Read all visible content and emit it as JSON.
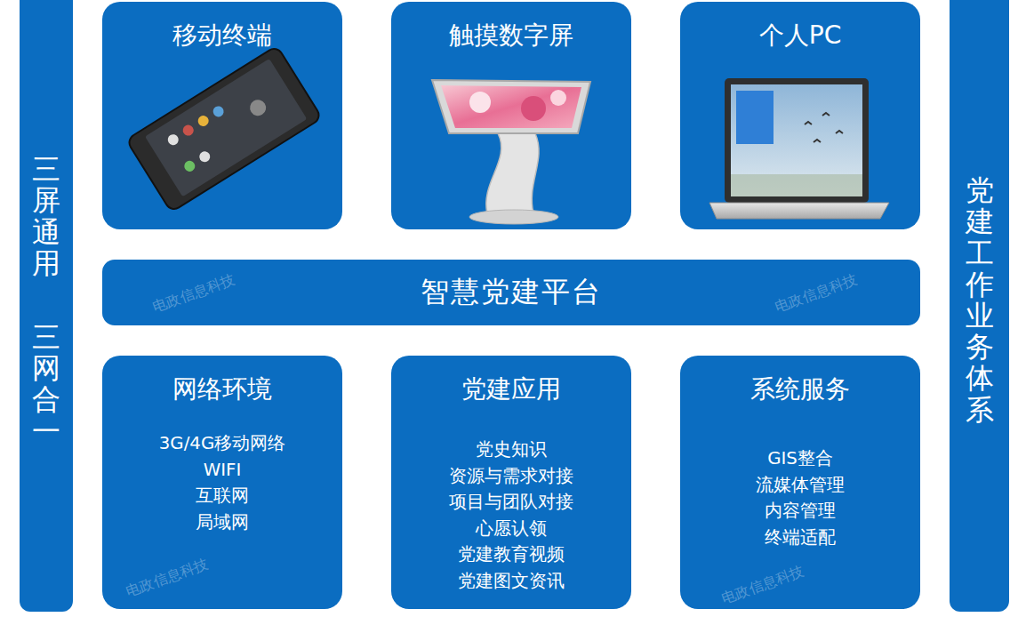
{
  "diagram": {
    "nodes": [
      {
        "text": [
          "三屏通用",
          "三网合一"
        ]
      },
      {
        "text": [
          "移动终端"
        ]
      },
      {
        "text": [
          "触摸数字屏"
        ]
      },
      {
        "text": [
          "个人PC"
        ]
      },
      {
        "text": [
          "智慧党建平台"
        ]
      },
      {
        "text": [
          "网络环境",
          "3G/4G移动网络",
          "WIFI",
          "互联网",
          "局域网"
        ]
      },
      {
        "text": [
          "党建应用",
          "党史知识",
          "资源与需求对接",
          "项目与团队对接",
          "心愿认领",
          "党建教育视频",
          "党建图文资讯"
        ]
      },
      {
        "text": [
          "系统服务",
          "GIS整合",
          "流媒体管理",
          "内容管理",
          "终端适配"
        ]
      },
      {
        "text": [
          "党建工作业务体系"
        ]
      }
    ],
    "labels": [
      "电政信息科技",
      "电政信息科技",
      "电政信息科技",
      "电政信息科技"
    ]
  }
}
